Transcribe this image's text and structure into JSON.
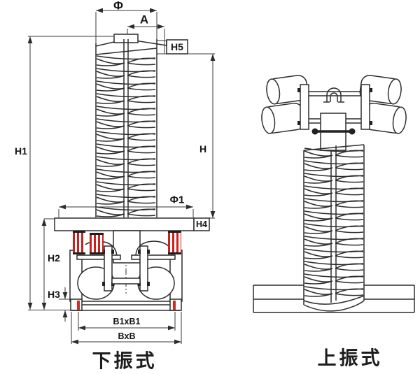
{
  "figures": {
    "left": {
      "caption": "下振式",
      "dims": {
        "phi": "Φ",
        "a": "A",
        "h5": "H5",
        "h1": "H1",
        "h": "H",
        "phi1": "Φ1",
        "h4": "H4",
        "h2": "H2",
        "h3": "H3",
        "b1xb1": "B1xB1",
        "bxb": "BxB"
      }
    },
    "right": {
      "caption": "上振式"
    }
  },
  "colors": {
    "line": "#2d2d2d",
    "spring_red": "#cc1f1b",
    "foot_mark_red": "#d42a24",
    "background": "#ffffff"
  }
}
